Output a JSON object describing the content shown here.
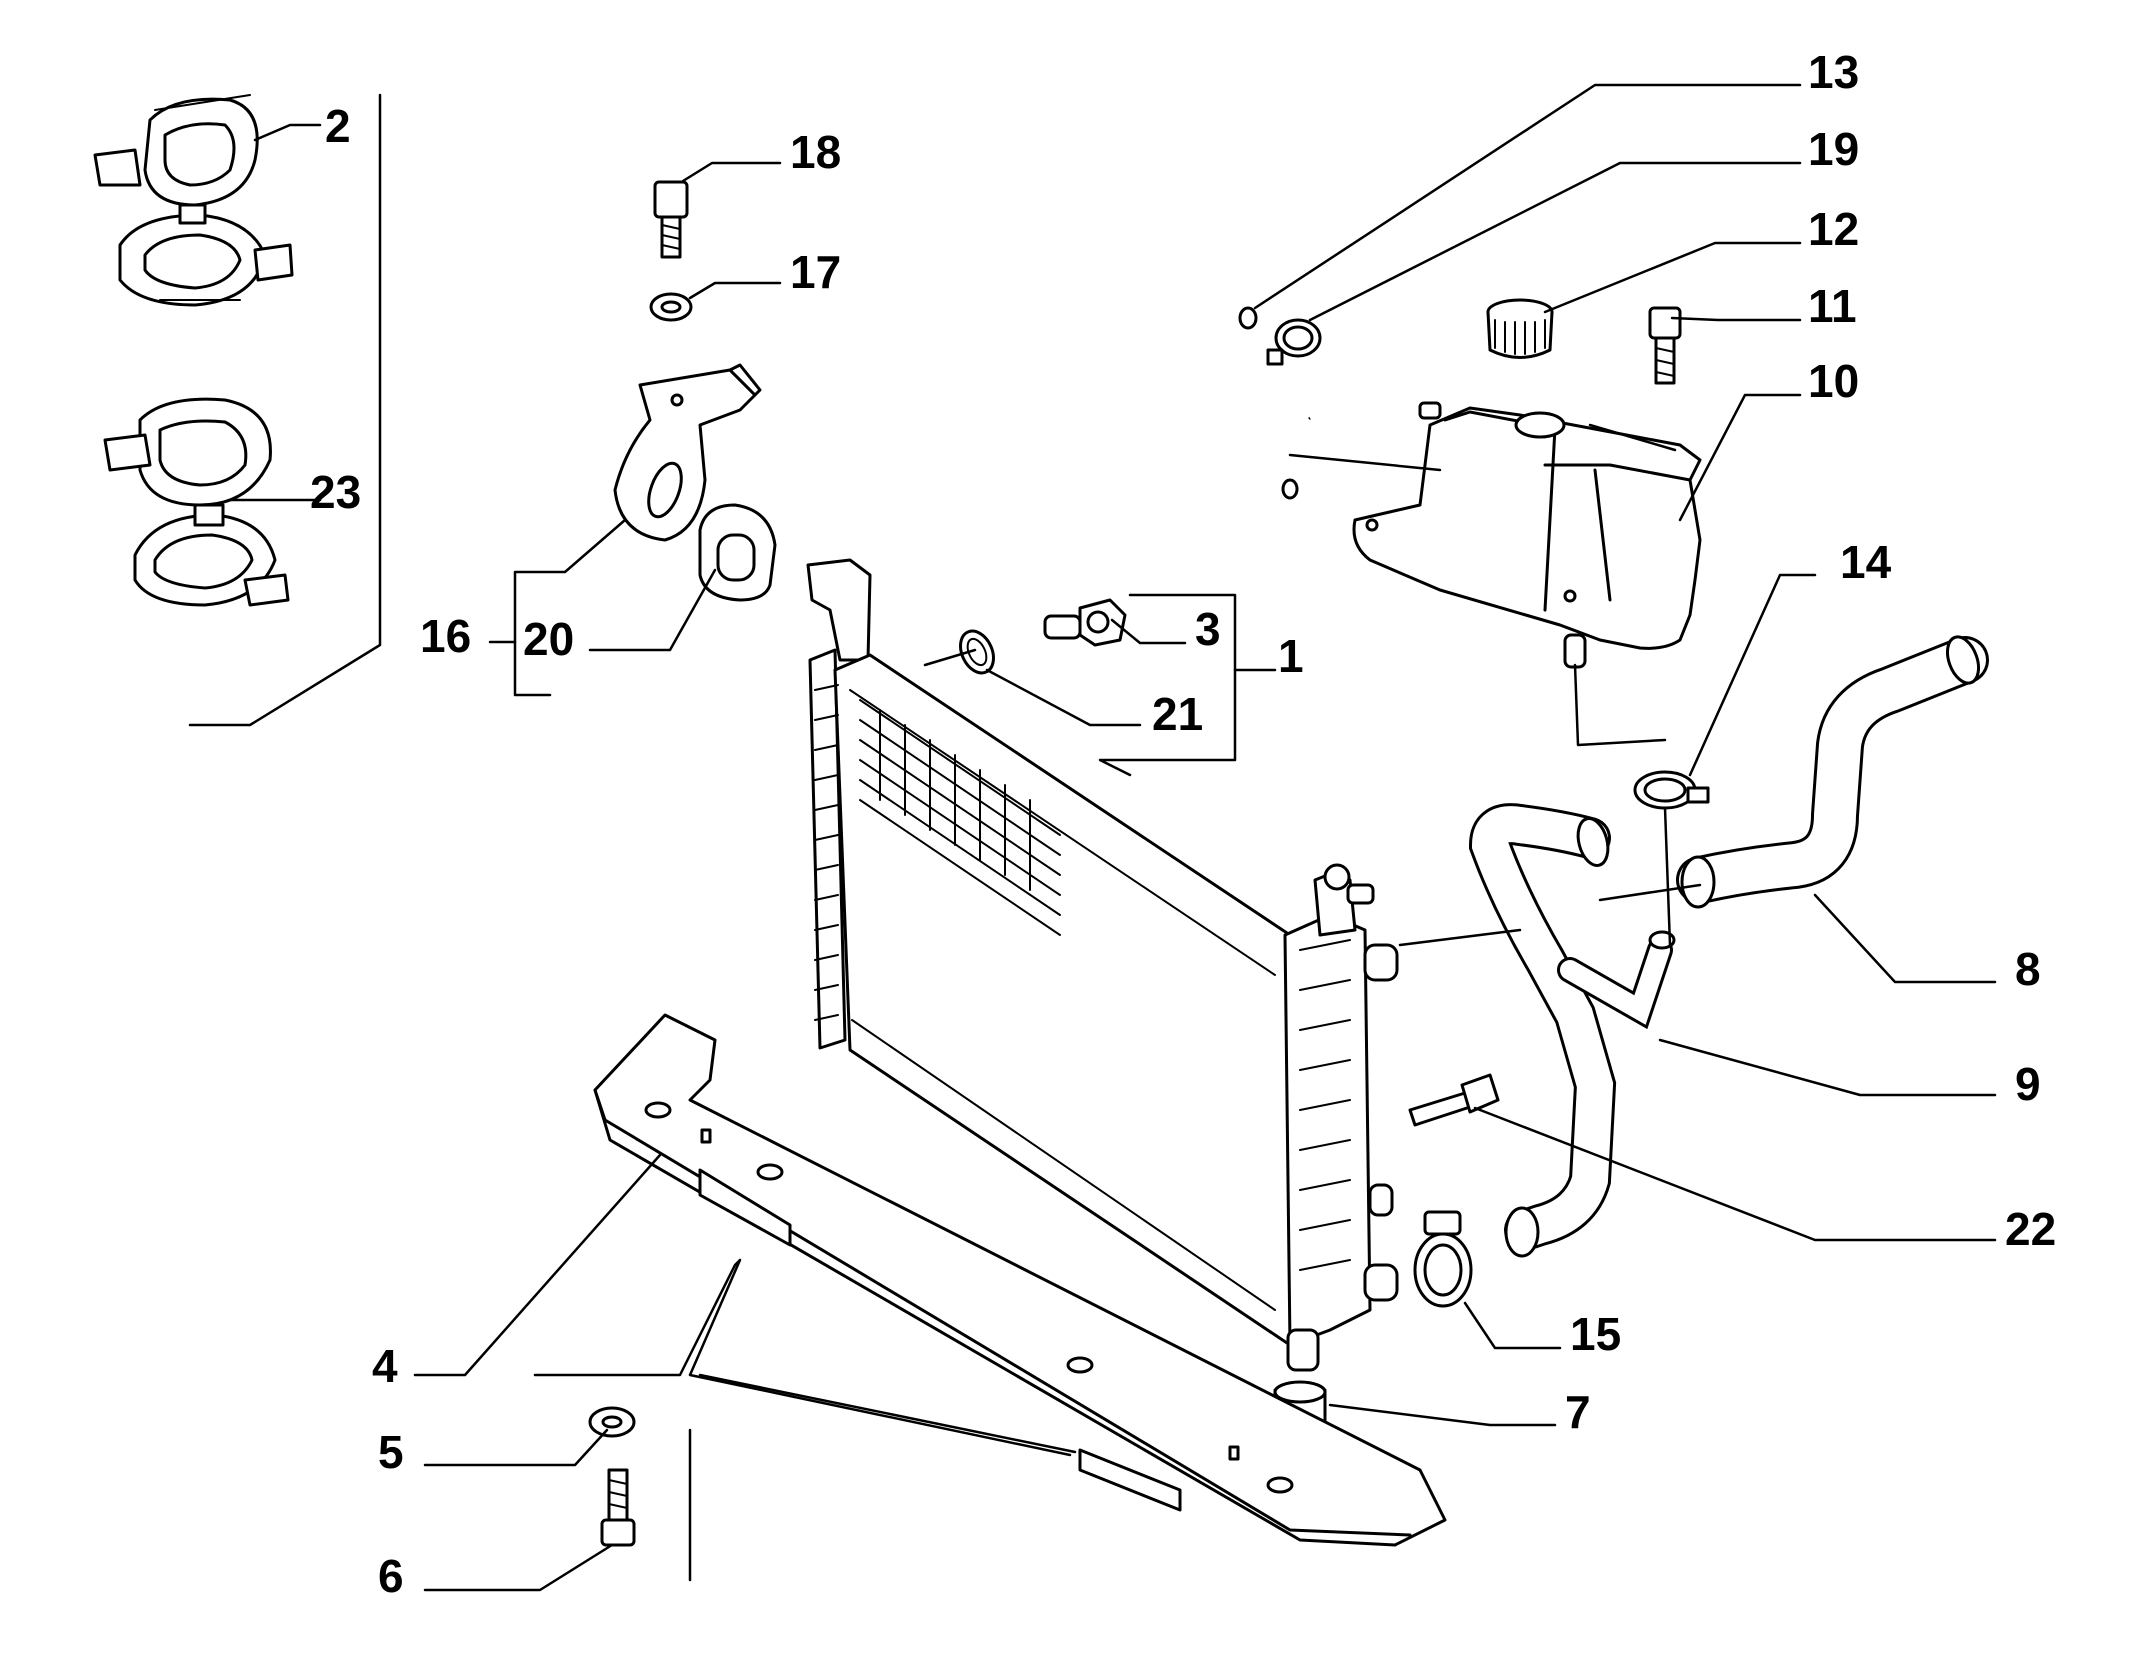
{
  "diagram": {
    "callouts": {
      "c1": "1",
      "c2": "2",
      "c3": "3",
      "c4": "4",
      "c5": "5",
      "c6": "6",
      "c7": "7",
      "c8": "8",
      "c9": "9",
      "c10": "10",
      "c11": "11",
      "c12": "12",
      "c13": "13",
      "c14": "14",
      "c15": "15",
      "c16": "16",
      "c17": "17",
      "c18": "18",
      "c19": "19",
      "c20": "20",
      "c21": "21",
      "c22": "22",
      "c23": "23"
    },
    "colors": {
      "line": "#000000",
      "background": "#ffffff"
    }
  }
}
